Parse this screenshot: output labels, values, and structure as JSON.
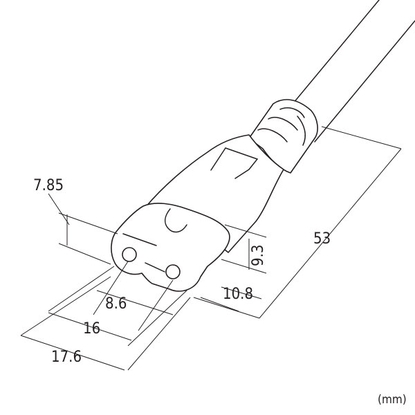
{
  "diagram": {
    "dimensions": {
      "pin_height": "7.85",
      "pin_spacing": "8.6",
      "face_width": "16",
      "overall_width": "17.6",
      "face_height": "9.3",
      "overall_height": "10.8",
      "length": "53"
    },
    "unit": "(mm)",
    "line_color": "#231f20"
  }
}
